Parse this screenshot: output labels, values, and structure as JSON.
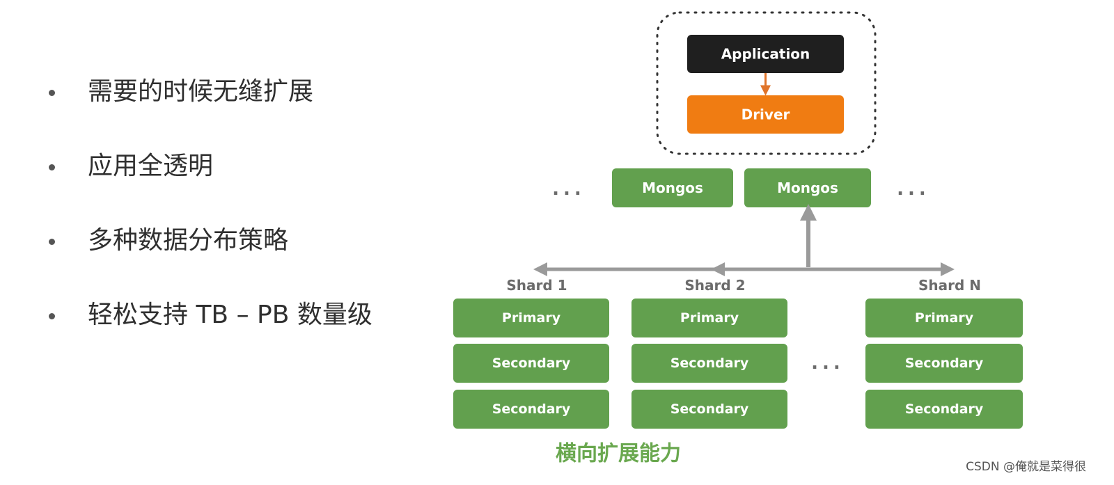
{
  "bullets": [
    {
      "text": "需要的时候无缝扩展"
    },
    {
      "text": "应用全透明"
    },
    {
      "text": "多种数据分布策略"
    },
    {
      "text": "轻松支持 TB – PB 数量级"
    }
  ],
  "diagram": {
    "application_label": "Application",
    "driver_label": "Driver",
    "mongos": [
      {
        "label": "Mongos"
      },
      {
        "label": "Mongos"
      }
    ],
    "ellipsis": "...",
    "shards": [
      {
        "name": "Shard 1",
        "nodes": [
          "Primary",
          "Secondary",
          "Secondary"
        ]
      },
      {
        "name": "Shard 2",
        "nodes": [
          "Primary",
          "Secondary",
          "Secondary"
        ]
      },
      {
        "name": "Shard N",
        "nodes": [
          "Primary",
          "Secondary",
          "Secondary"
        ]
      }
    ],
    "caption": "横向扩展能力"
  },
  "watermark": "CSDN @俺就是菜得很",
  "colors": {
    "application_box": "#1f1f1f",
    "driver_box": "#f07c12",
    "green_box": "#62a04e",
    "arrow_gray": "#9a9a9a",
    "driver_arrow": "#e0742a"
  }
}
